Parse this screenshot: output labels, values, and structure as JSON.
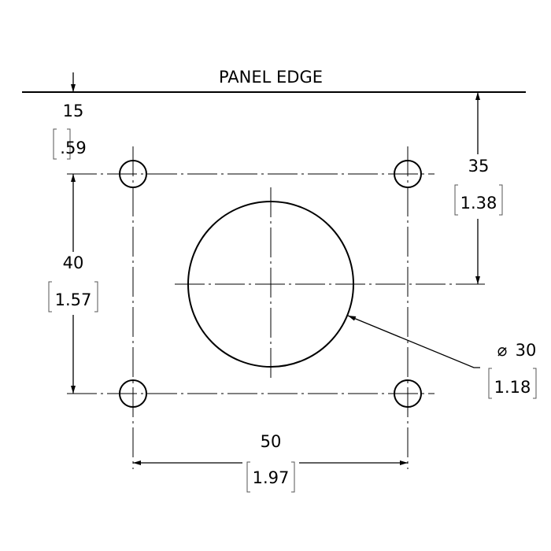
{
  "title": "PANEL EDGE",
  "dimensions": {
    "edge_offset": {
      "mm": "15",
      "in": ".59"
    },
    "right_offset": {
      "mm": "35",
      "in": "1.38"
    },
    "vertical_spacing": {
      "mm": "40",
      "in": "1.57"
    },
    "horizontal_spacing": {
      "mm": "50",
      "in": "1.97"
    },
    "diameter": {
      "symbol": "⌀",
      "mm": "30",
      "in": "1.18"
    }
  }
}
